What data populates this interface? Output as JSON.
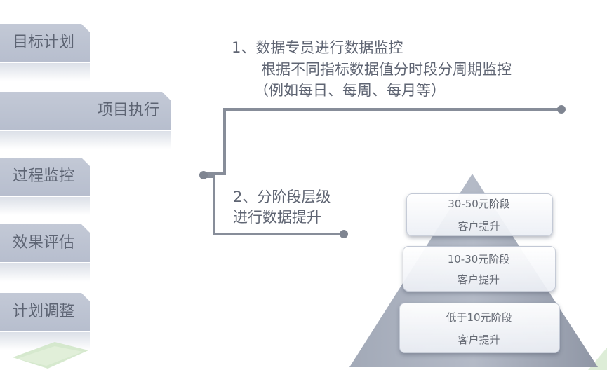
{
  "sidebar": {
    "items": [
      {
        "label": "目标计划"
      },
      {
        "label": "项目执行"
      },
      {
        "label": "过程监控"
      },
      {
        "label": "效果评估"
      },
      {
        "label": "计划调整"
      }
    ]
  },
  "main": {
    "point1": {
      "line1": "1、数据专员进行数据监控",
      "line2": "根据不同指标数据值分时段分周期监控",
      "line3": "（例如每日、每周、每月等）"
    },
    "point2": {
      "line1": "2、分阶段层级",
      "line2": "进行数据提升"
    }
  },
  "pyramid": {
    "layers": [
      {
        "stage": "30-50元阶段",
        "action": "客户提升"
      },
      {
        "stage": "10-30元阶段",
        "action": "客户提升"
      },
      {
        "stage": "低于10元阶段",
        "action": "客户提升"
      }
    ]
  },
  "colors": {
    "tab": "#bcc3d2",
    "connector": "#8a909c",
    "pyramid": "#959cab"
  }
}
